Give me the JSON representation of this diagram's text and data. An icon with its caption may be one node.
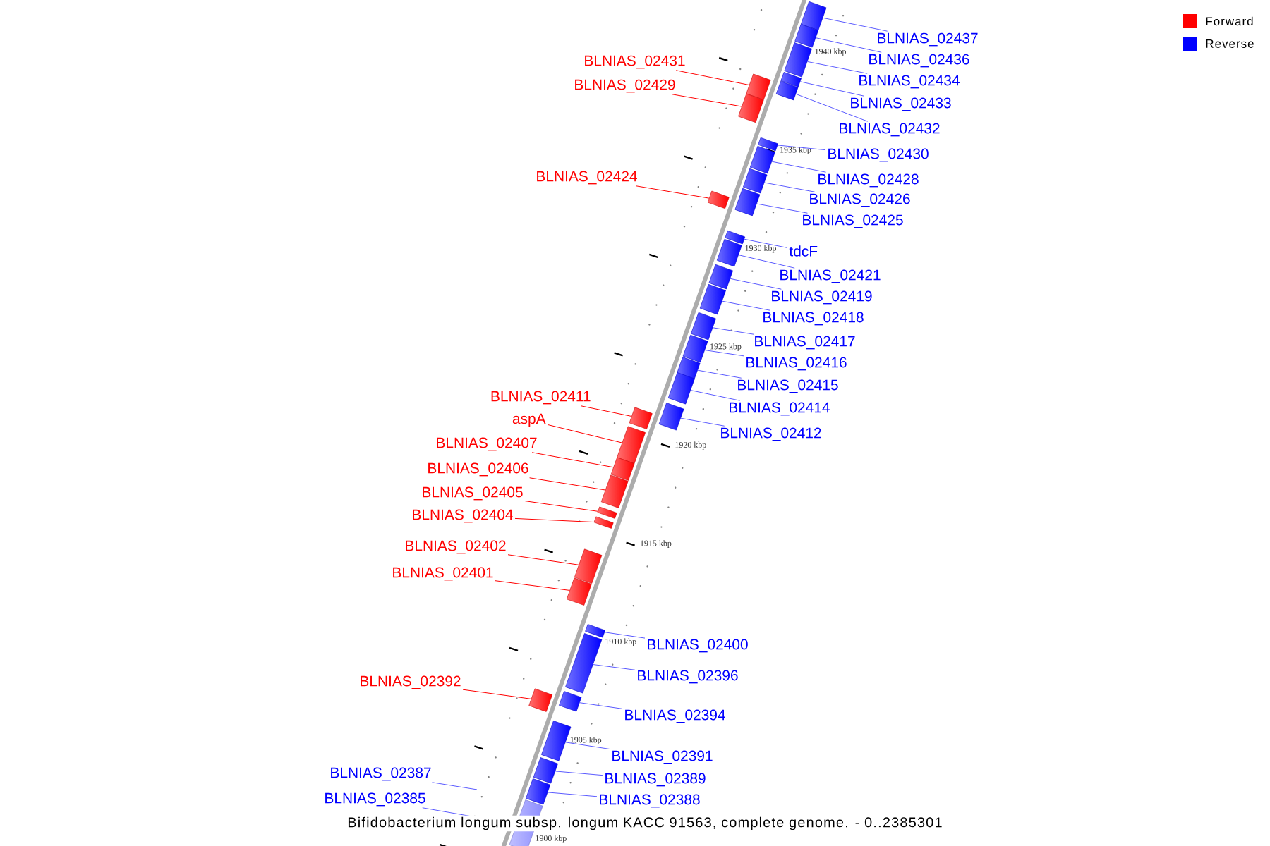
{
  "diagram": {
    "caption": "Bifidobacterium longum subsp. longum KACC 91563, complete genome. - 0..2385301",
    "nodes": [
      {
        "text": [
          "BLNIAS_02437"
        ]
      },
      {
        "text": [],
        "shape": "box"
      },
      {
        "text": [
          "BLNIAS_02431"
        ]
      },
      {
        "text": [],
        "shape": "box"
      },
      {
        "text": [
          "BLNIAS_02436"
        ]
      },
      {
        "text": [],
        "shape": "box"
      },
      {
        "text": [
          "BLNIAS_02434"
        ]
      },
      {
        "text": [],
        "shape": "box"
      },
      {
        "text": [
          "BLNIAS_02429"
        ]
      },
      {
        "text": [],
        "shape": "box"
      },
      {
        "text": [
          "BLNIAS_02433"
        ]
      },
      {
        "text": [],
        "shape": "box"
      },
      {
        "text": [
          "BLNIAS_02432"
        ]
      },
      {
        "text": [],
        "shape": "box"
      },
      {
        "text": [
          "BLNIAS_02430"
        ]
      },
      {
        "text": [],
        "shape": "box"
      },
      {
        "text": [
          "BLNIAS_02424"
        ]
      },
      {
        "text": [],
        "shape": "box"
      },
      {
        "text": [
          "BLNIAS_02428"
        ]
      },
      {
        "text": [],
        "shape": "box"
      },
      {
        "text": [
          "BLNIAS_02426"
        ]
      },
      {
        "text": [],
        "shape": "box"
      },
      {
        "text": [
          "BLNIAS_02425"
        ]
      },
      {
        "text": [],
        "shape": "box"
      },
      {
        "text": [
          "tdcF"
        ]
      },
      {
        "text": [],
        "shape": "box"
      },
      {
        "text": [
          "BLNIAS_02421"
        ]
      },
      {
        "text": [],
        "shape": "box"
      },
      {
        "text": [
          "BLNIAS_02419"
        ]
      },
      {
        "text": [],
        "shape": "box"
      },
      {
        "text": [
          "BLNIAS_02418"
        ]
      },
      {
        "text": [],
        "shape": "box"
      },
      {
        "text": [
          "BLNIAS_02417"
        ]
      },
      {
        "text": [],
        "shape": "box"
      },
      {
        "text": [
          "BLNIAS_02416"
        ]
      },
      {
        "text": [],
        "shape": "box"
      },
      {
        "text": [
          "BLNIAS_02415"
        ]
      },
      {
        "text": [],
        "shape": "box"
      },
      {
        "text": [
          "BLNIAS_02411"
        ]
      },
      {
        "text": [],
        "shape": "box"
      },
      {
        "text": [
          "BLNIAS_02414"
        ]
      },
      {
        "text": [],
        "shape": "box"
      },
      {
        "text": [
          "aspA"
        ]
      },
      {
        "text": [],
        "shape": "box"
      },
      {
        "text": [
          "BLNIAS_02412"
        ]
      },
      {
        "text": [],
        "shape": "box"
      },
      {
        "text": [
          "BLNIAS_02407"
        ]
      },
      {
        "text": [],
        "shape": "box"
      },
      {
        "text": [
          "BLNIAS_02406"
        ]
      },
      {
        "text": [],
        "shape": "box"
      },
      {
        "text": [
          "BLNIAS_02405"
        ]
      },
      {
        "text": [],
        "shape": "box"
      },
      {
        "text": [
          "BLNIAS_02404"
        ]
      },
      {
        "text": [],
        "shape": "box"
      },
      {
        "text": [
          "BLNIAS_02402"
        ]
      },
      {
        "text": [],
        "shape": "box"
      },
      {
        "text": [
          "BLNIAS_02401"
        ]
      },
      {
        "text": [],
        "shape": "box"
      },
      {
        "text": [
          "BLNIAS_02400"
        ]
      },
      {
        "text": [],
        "shape": "box"
      },
      {
        "text": [
          "BLNIAS_02396"
        ]
      },
      {
        "text": [],
        "shape": "box"
      },
      {
        "text": [
          "BLNIAS_02392"
        ]
      },
      {
        "text": [],
        "shape": "box"
      },
      {
        "text": [
          "BLNIAS_02394"
        ]
      },
      {
        "text": [],
        "shape": "box"
      },
      {
        "text": [
          "BLNIAS_02391"
        ]
      },
      {
        "text": [],
        "shape": "box"
      },
      {
        "text": [
          "BLNIAS_02387"
        ]
      },
      {
        "text": [
          "BLNIAS_02389"
        ]
      },
      {
        "text": [],
        "shape": "box"
      },
      {
        "text": [
          "BLNIAS_02385"
        ]
      },
      {
        "text": [
          "BLNIAS_02388"
        ]
      },
      {
        "text": [],
        "shape": "box"
      },
      {
        "text": [],
        "shape": "box"
      }
    ],
    "edges": [
      {
        "from": 0,
        "to": 1,
        "arrow": "none"
      },
      {
        "from": 2,
        "to": 3,
        "arrow": "none",
        "color": "#ff0000"
      },
      {
        "from": 4,
        "to": 5,
        "arrow": "none"
      },
      {
        "from": 6,
        "to": 7,
        "arrow": "none"
      },
      {
        "from": 8,
        "to": 9,
        "arrow": "none",
        "color": "#ff0000"
      },
      {
        "from": 10,
        "to": 11,
        "arrow": "none"
      },
      {
        "from": 12,
        "to": 13,
        "arrow": "none"
      },
      {
        "from": 14,
        "to": 15,
        "arrow": "none"
      },
      {
        "from": 16,
        "to": 17,
        "arrow": "none",
        "color": "#ff0000"
      },
      {
        "from": 18,
        "to": 19,
        "arrow": "none"
      },
      {
        "from": 20,
        "to": 21,
        "arrow": "none"
      },
      {
        "from": 22,
        "to": 23,
        "arrow": "none"
      },
      {
        "from": 24,
        "to": 25,
        "arrow": "none"
      },
      {
        "from": 26,
        "to": 27,
        "arrow": "none"
      },
      {
        "from": 28,
        "to": 29,
        "arrow": "none"
      },
      {
        "from": 30,
        "to": 31,
        "arrow": "none"
      },
      {
        "from": 32,
        "to": 33,
        "arrow": "none"
      },
      {
        "from": 34,
        "to": 35,
        "arrow": "none"
      },
      {
        "from": 36,
        "to": 37,
        "arrow": "none"
      },
      {
        "from": 38,
        "to": 39,
        "arrow": "none",
        "color": "#ff0000"
      },
      {
        "from": 40,
        "to": 41,
        "arrow": "none"
      },
      {
        "from": 42,
        "to": 43,
        "arrow": "none",
        "color": "#ff0000"
      },
      {
        "from": 44,
        "to": 45,
        "arrow": "none"
      },
      {
        "from": 46,
        "to": 47,
        "arrow": "none",
        "color": "#ff0000"
      },
      {
        "from": 48,
        "to": 49,
        "arrow": "none",
        "color": "#ff0000"
      },
      {
        "from": 50,
        "to": 51,
        "arrow": "none",
        "color": "#ff0000"
      },
      {
        "from": 52,
        "to": 53,
        "arrow": "none",
        "color": "#ff0000"
      },
      {
        "from": 54,
        "to": 55,
        "arrow": "none",
        "color": "#ff0000"
      },
      {
        "from": 56,
        "to": 57,
        "arrow": "none",
        "color": "#ff0000"
      },
      {
        "from": 58,
        "to": 59,
        "arrow": "none"
      },
      {
        "from": 60,
        "to": 61,
        "arrow": "none"
      },
      {
        "from": 62,
        "to": 63,
        "arrow": "none",
        "color": "#ff0000"
      },
      {
        "from": 64,
        "to": 65,
        "arrow": "none"
      },
      {
        "from": 66,
        "to": 67,
        "arrow": "none"
      },
      {
        "from": 68,
        "to": null,
        "arrow": "none"
      },
      {
        "from": 69,
        "to": 70,
        "arrow": "none"
      },
      {
        "from": 71,
        "to": null,
        "arrow": "none"
      },
      {
        "from": 72,
        "to": 73,
        "arrow": "none"
      }
    ],
    "labels": [
      "1940 kbp",
      "1935 kbp",
      "1930 kbp",
      "1925 kbp",
      "1920 kbp",
      "1915 kbp",
      "1910 kbp",
      "1905 kbp",
      "1900 kbp"
    ],
    "legend": [
      {
        "text": "Forward",
        "color": "#ff0000"
      },
      {
        "text": "Reverse",
        "color": "#0000ff"
      }
    ]
  }
}
